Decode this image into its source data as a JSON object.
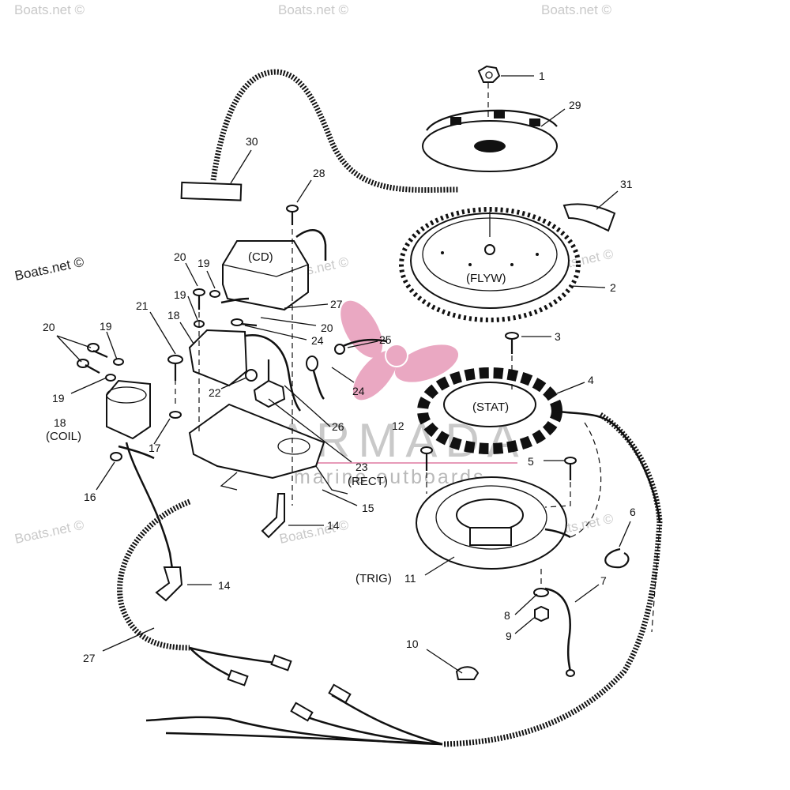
{
  "watermarks": {
    "site": "Boats.net ©",
    "brand": "ARMADA",
    "brand_sub": "marine outboards"
  },
  "labels": {
    "cd": "(CD)",
    "flyw": "(FLYW)",
    "stat": "(STAT)",
    "rect": "(RECT)",
    "coil": "(COIL)",
    "trig": "(TRIG)"
  },
  "callouts": {
    "c1": "1",
    "c2": "2",
    "c3": "3",
    "c4": "4",
    "c5": "5",
    "c6": "6",
    "c7": "7",
    "c8": "8",
    "c9": "9",
    "c10": "10",
    "c11": "11",
    "c12": "12",
    "c14a": "14",
    "c14b": "14",
    "c15": "15",
    "c16": "16",
    "c17": "17",
    "c18a": "18",
    "c18b": "18",
    "c19a": "19",
    "c19b": "19",
    "c19c": "19",
    "c19d": "19",
    "c20a": "20",
    "c20b": "20",
    "c20c": "20",
    "c21": "21",
    "c22": "22",
    "c23": "23",
    "c24a": "24",
    "c24b": "24",
    "c25": "25",
    "c26": "26",
    "c27a": "27",
    "c27b": "27",
    "c28": "28",
    "c29": "29",
    "c30": "30",
    "c31": "31"
  },
  "colors": {
    "brand_pink": "#e79ab8",
    "ink": "#111111"
  }
}
